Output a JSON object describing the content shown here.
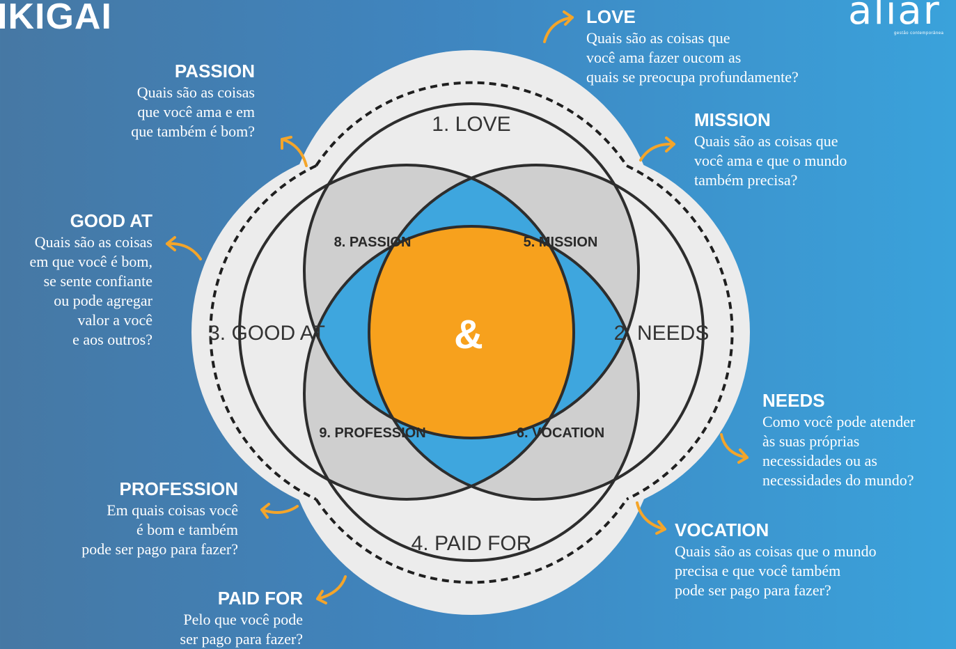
{
  "title": "IKIGAI",
  "logo": {
    "word": "aliar",
    "tagline": "gestão contemporânea"
  },
  "colors": {
    "circle_fill": "#ececec",
    "petal_fill": "#cfcfcf",
    "lens_fill": "#3ea6de",
    "center_fill": "#f7a11d",
    "outline": "#2d2d2d",
    "arrow": "#f4a52a"
  },
  "diagram": {
    "love": "1. LOVE",
    "needs": "2. NEEDS",
    "good_at": "3. GOOD AT",
    "paid_for": "4. PAID FOR",
    "mission": "5. MISSION",
    "vocation": "6. VOCATION",
    "passion": "8. PASSION",
    "profession": "9. PROFESSION",
    "center": "&"
  },
  "blocks": {
    "love": {
      "heading": "LOVE",
      "text": "Quais são as coisas que\nvocê ama fazer oucom as\nquais se preocupa profundamente?"
    },
    "passion": {
      "heading": "PASSION",
      "text": "Quais são as coisas\nque você ama e em\nque também é bom?"
    },
    "mission": {
      "heading": "MISSION",
      "text": "Quais são as coisas que\nvocê ama e que o mundo\ntambém precisa?"
    },
    "good_at": {
      "heading": "GOOD AT",
      "text": "Quais são as coisas\nem que você é bom,\nse sente confiante\nou pode agregar\nvalor a você\ne aos outros?"
    },
    "needs": {
      "heading": "NEEDS",
      "text": "Como você pode atender\nàs suas próprias\nnecessidades ou as\nnecessidades do mundo?"
    },
    "profession": {
      "heading": "PROFESSION",
      "text": "Em quais coisas você\né bom e também\npode ser pago para fazer?"
    },
    "vocation": {
      "heading": "VOCATION",
      "text": "Quais são as coisas que o mundo\nprecisa e que você também\npode ser pago para fazer?"
    },
    "paid_for": {
      "heading": "PAID FOR",
      "text": "Pelo que você pode\nser pago para fazer?"
    }
  }
}
